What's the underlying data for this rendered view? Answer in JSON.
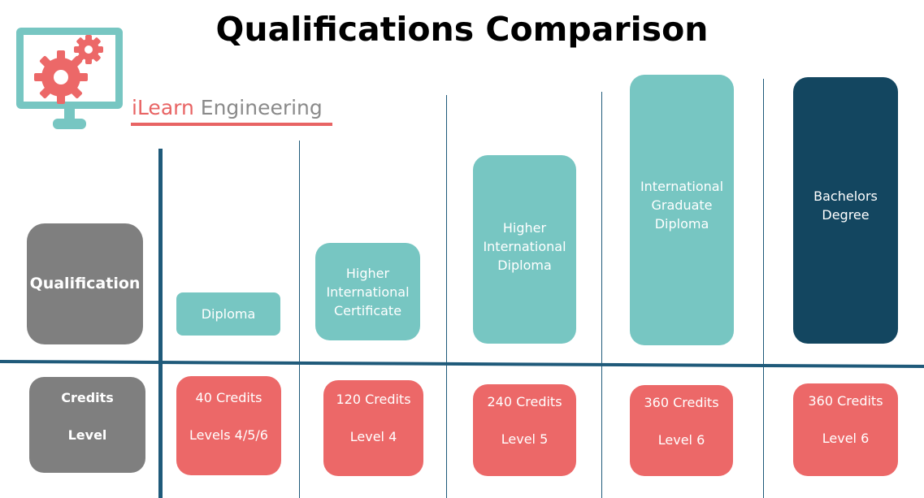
{
  "title": "Qualifications Comparison",
  "logo": {
    "text_accent": "iLearn",
    "text_rest": " Engineering",
    "icon": "monitor-gears-icon"
  },
  "colors": {
    "grey": "#7f7f7f",
    "teal": "#77c6c2",
    "navy": "#134660",
    "red": "#ec6868",
    "line": "#1f5a7a"
  },
  "row_headers": {
    "qualification": "Qualification",
    "credits": "Credits",
    "level": "Level"
  },
  "qualifications": [
    {
      "name": "Diploma",
      "credits": "40 Credits",
      "level": "Levels 4/5/6"
    },
    {
      "name": "Higher International Certificate",
      "credits": "120 Credits",
      "level": "Level 4"
    },
    {
      "name": "Higher International Diploma",
      "credits": "240 Credits",
      "level": "Level 5"
    },
    {
      "name": "International Graduate Diploma",
      "credits": "360 Credits",
      "level": "Level 6"
    },
    {
      "name": "Bachelors Degree",
      "credits": "360 Credits",
      "level": "Level 6"
    }
  ]
}
